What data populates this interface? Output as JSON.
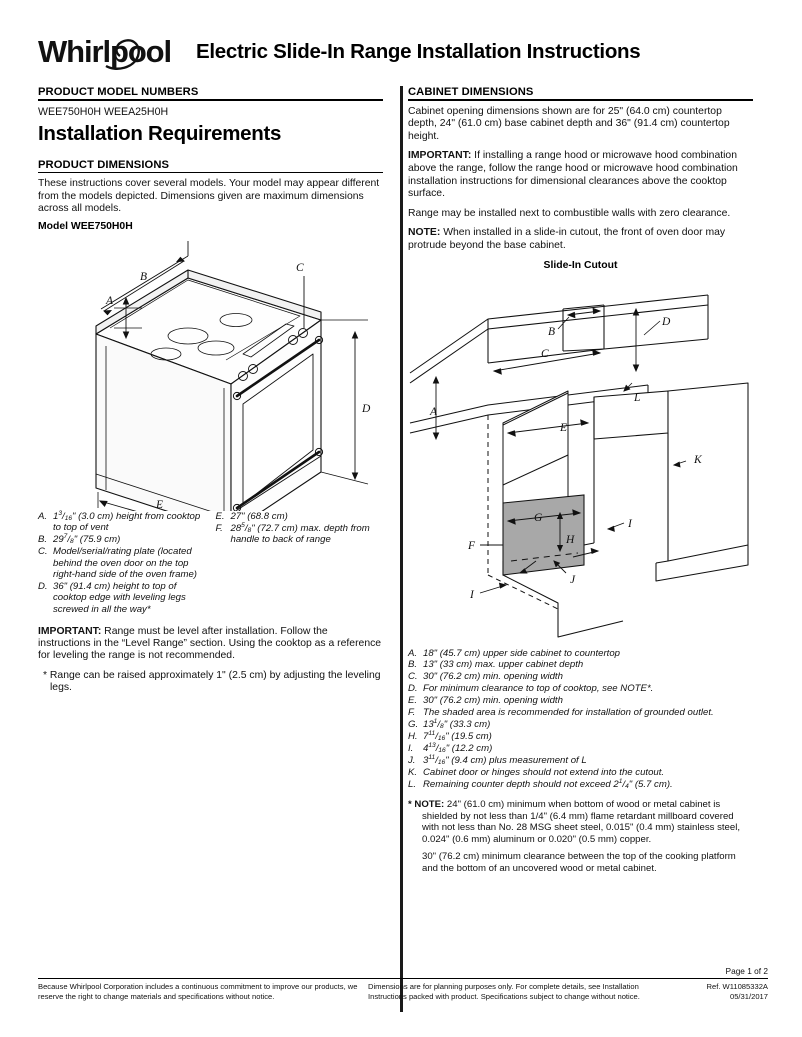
{
  "header": {
    "brand": "Whirlpool",
    "title": "Electric Slide-In Range Installation Instructions"
  },
  "left": {
    "model_numbers_heading": "PRODUCT MODEL NUMBERS",
    "model_numbers": "WEE750H0H  WEEA25H0H",
    "main_title": "Installation Requirements",
    "product_dimensions_heading": "PRODUCT DIMENSIONS",
    "intro": "These instructions cover several models. Your model may appear different from the models depicted. Dimensions given are maximum dimensions across all models.",
    "model_caption": "Model WEE750H0H",
    "legend_col1": [
      {
        "key": "A.",
        "text": "1<sup>3</sup>/<sub>16</sub>\" (3.0 cm) height from cooktop to top of vent"
      },
      {
        "key": "B.",
        "text": "29<sup>7</sup>/<sub>8</sub>\" (75.9 cm)"
      },
      {
        "key": "C.",
        "text": "Model/serial/rating plate (located behind the oven door on the top right-hand side of the oven frame)"
      },
      {
        "key": "D.",
        "text": "36\" (91.4 cm) height to top of cooktop edge with leveling legs screwed in all the way*"
      }
    ],
    "legend_col2": [
      {
        "key": "E.",
        "text": "27\" (68.8 cm)"
      },
      {
        "key": "F.",
        "text": "28<sup>5</sup>/<sub>8</sub>\" (72.7 cm) max. depth from handle to back of range"
      }
    ],
    "important_label": "IMPORTANT:",
    "important_text": " Range must be level after installation. Follow the instructions in the “Level Range” section. Using the cooktop as a reference for leveling the range is not recommended.",
    "footnote": "* Range can be raised approximately 1\" (2.5 cm) by adjusting the leveling legs.",
    "diagram_labels": [
      "A",
      "B",
      "C",
      "D",
      "E",
      "F"
    ]
  },
  "right": {
    "cabinet_dimensions_heading": "CABINET DIMENSIONS",
    "para1": "Cabinet opening dimensions shown are for 25\" (64.0 cm) countertop depth, 24\" (61.0 cm) base cabinet depth and 36\" (91.4 cm) countertop height.",
    "important_label": "IMPORTANT:",
    "important_text": " If installing a range hood or microwave hood combination above the range, follow the range hood or microwave hood combination installation instructions for dimensional clearances above the cooktop surface.",
    "para2": "Range may be installed next to combustible walls with zero clearance.",
    "note_label": "NOTE:",
    "note_text": " When installed in a slide-in cutout, the front of oven door may protrude beyond the base cabinet.",
    "cutout_title": "Slide-In Cutout",
    "legend": [
      {
        "key": "A.",
        "text": "18\" (45.7 cm) upper side cabinet to countertop"
      },
      {
        "key": "B.",
        "text": "13\" (33 cm) max. upper cabinet depth"
      },
      {
        "key": "C.",
        "text": "30\" (76.2 cm) min. opening width"
      },
      {
        "key": "D.",
        "text": "For minimum clearance to top of cooktop, see NOTE*."
      },
      {
        "key": "E.",
        "text": "30\" (76.2 cm) min. opening width"
      },
      {
        "key": "F.",
        "text": "The shaded area is recommended for installation of grounded outlet."
      },
      {
        "key": "G.",
        "text": "13<sup>1</sup>/<sub>8</sub>\" (33.3 cm)"
      },
      {
        "key": "H.",
        "text": "7<sup>11</sup>/<sub>16</sub>\" (19.5 cm)"
      },
      {
        "key": "I.",
        "text": "4<sup>13</sup>/<sub>16</sub>\" (12.2 cm)"
      },
      {
        "key": "J.",
        "text": "3<sup>11</sup>/<sub>16</sub>\" (9.4 cm) plus measurement of L"
      },
      {
        "key": "K.",
        "text": "Cabinet door or hinges should not extend into the cutout."
      },
      {
        "key": "L.",
        "text": "Remaining counter depth should not exceed 2<sup>1</sup>/<sub>4</sub>\" (5.7 cm)."
      }
    ],
    "note_star_label": "* NOTE:",
    "note_star_text": " 24\" (61.0 cm) minimum when bottom of wood or metal cabinet is shielded by not less than 1/4\" (6.4 mm) flame retardant millboard covered with not less than No. 28 MSG sheet steel, 0.015\" (0.4 mm) stainless steel, 0.024\" (0.6 mm) aluminum or 0.020\" (0.5 mm) copper.",
    "note_star_text2": "30\" (76.2 cm) minimum clearance between the top of the cooking platform and the bottom of an uncovered wood or metal cabinet.",
    "diagram_labels": [
      "A",
      "B",
      "C",
      "D",
      "E",
      "F",
      "G",
      "H",
      "I",
      "J",
      "K",
      "L"
    ]
  },
  "footer": {
    "page_number": "Page 1 of 2",
    "left_text": "Because Whirlpool Corporation includes a continuous commitment to improve our products, we reserve the right to change materials and specifications without notice.",
    "center_text": "Dimensions are for planning purposes only. For complete details, see Installation Instructions packed with product. Specifications subject to change without notice.",
    "ref": "Ref. W11085332A",
    "date": "05/31/2017"
  },
  "colors": {
    "ink": "#000000",
    "body_text": "#111111",
    "shaded_outlet_area": "#a8a8a8",
    "page_background": "#ffffff"
  }
}
